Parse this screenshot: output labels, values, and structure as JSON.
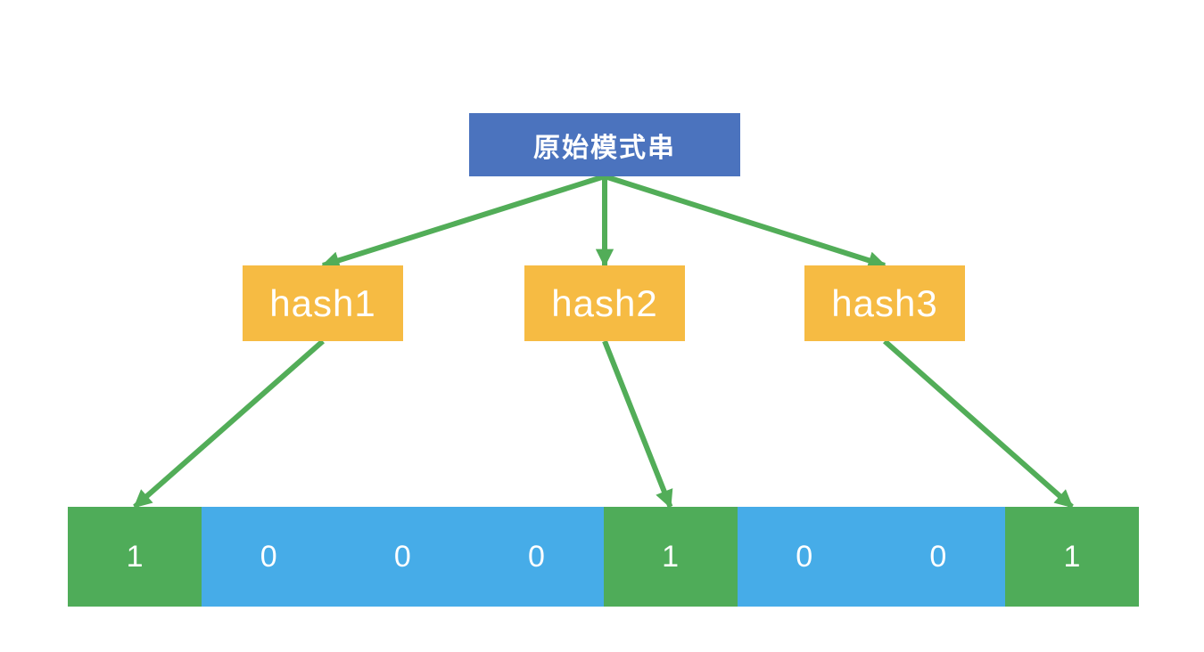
{
  "diagram": {
    "pattern_box": {
      "label": "原始模式串"
    },
    "hash_boxes": [
      {
        "id": "hash1",
        "label": "hash1"
      },
      {
        "id": "hash2",
        "label": "hash2"
      },
      {
        "id": "hash3",
        "label": "hash3"
      }
    ],
    "bit_array": [
      "1",
      "0",
      "0",
      "0",
      "1",
      "0",
      "0",
      "1"
    ],
    "arrows": [
      {
        "from": "pattern",
        "to": "hash1"
      },
      {
        "from": "pattern",
        "to": "hash2"
      },
      {
        "from": "pattern",
        "to": "hash3"
      },
      {
        "from": "hash1",
        "to": "cell-0"
      },
      {
        "from": "hash2",
        "to": "cell-4"
      },
      {
        "from": "hash3",
        "to": "cell-7"
      }
    ],
    "colors": {
      "pattern_box": "#4B73BE",
      "hash_box": "#F6BB43",
      "bit_set": "#4FAC59",
      "bit_unset": "#46ACE8",
      "arrow": "#52AD58",
      "text": "#FFFFFF"
    }
  }
}
